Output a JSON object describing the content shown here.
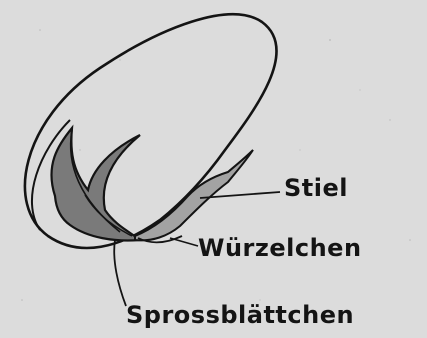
{
  "labels": {
    "stiel": "Stiel",
    "wurzelchen": "Würzelchen",
    "sprossblaettchen": "Sprossblättchen"
  },
  "colors": {
    "background": "#dcdcdc",
    "ink": "#141414",
    "shading": "#7a7a7a"
  }
}
